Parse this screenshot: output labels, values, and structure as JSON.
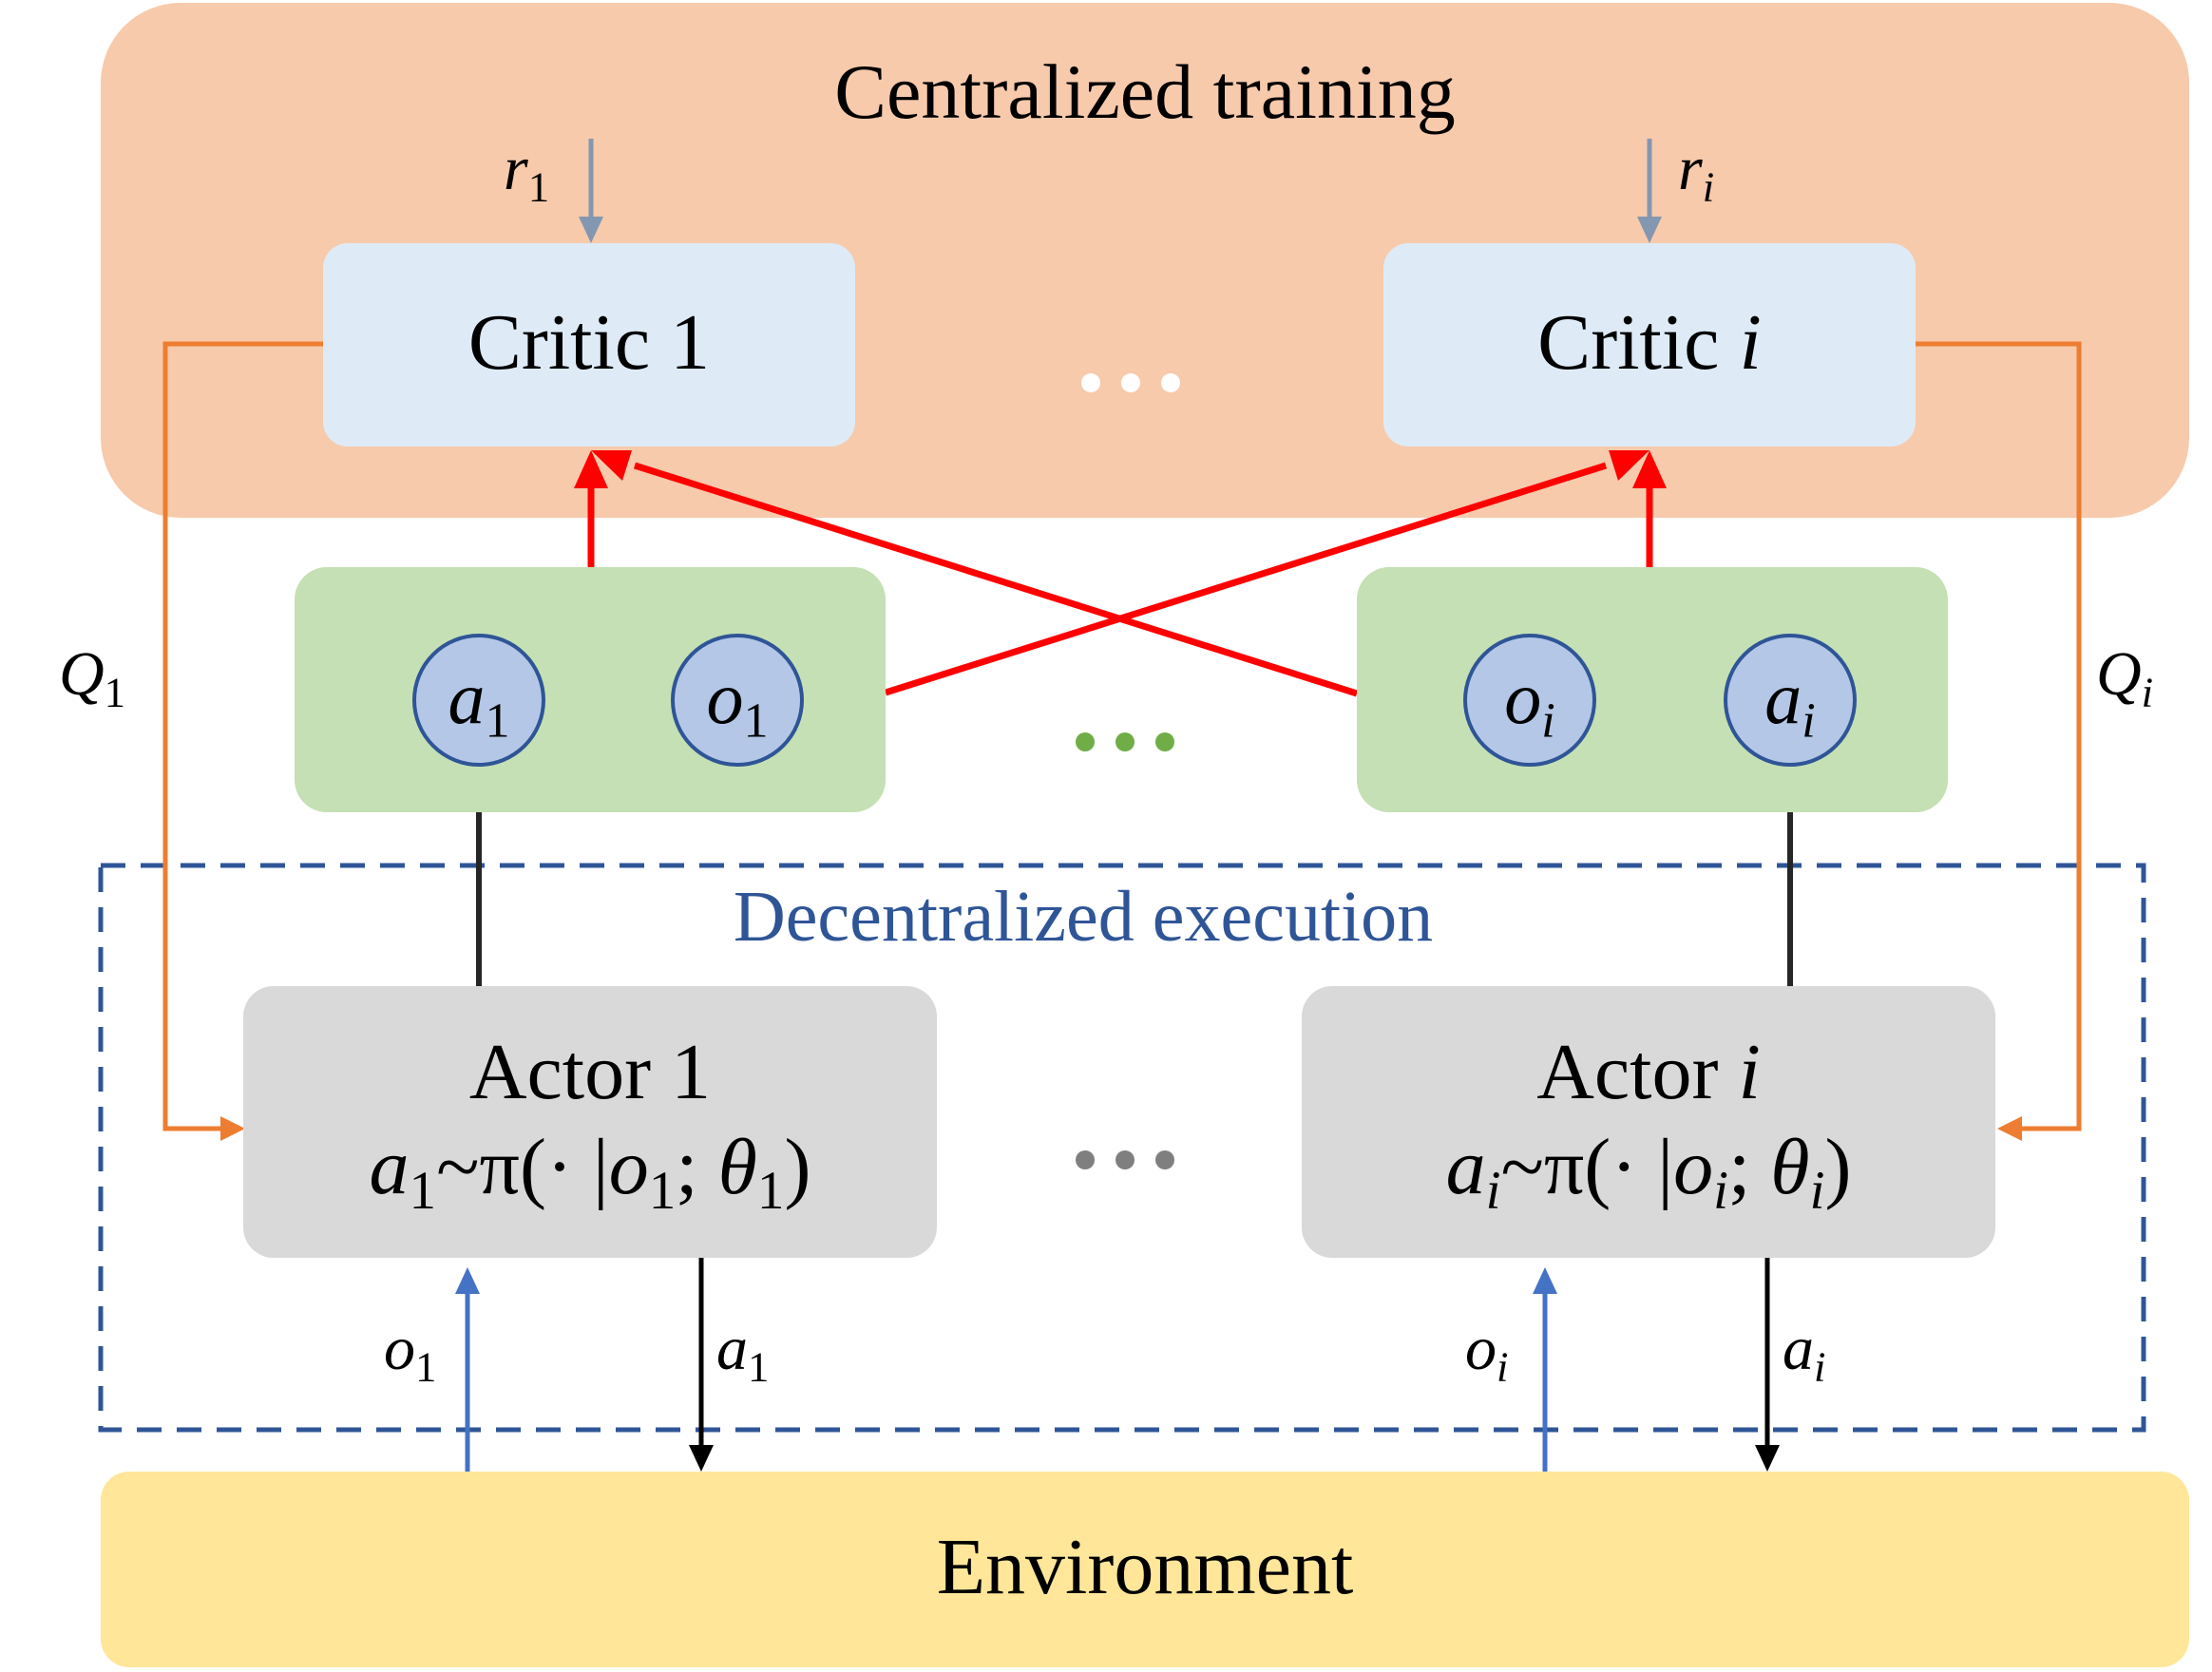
{
  "central": {
    "title": "Centralized training"
  },
  "decentral": {
    "title": "Decentralized execution"
  },
  "environment": {
    "label": "Environment"
  },
  "critics": [
    {
      "name": "Critic",
      "index": "1",
      "reward": "r",
      "reward_sub": "1",
      "q": "Q",
      "q_sub": "1"
    },
    {
      "name": "Critic",
      "index": "i",
      "reward": "r",
      "reward_sub": "i",
      "q": "Q",
      "q_sub": "i"
    }
  ],
  "actors": [
    {
      "name": "Actor",
      "index": "1",
      "policy": {
        "a": "a",
        "sub": "1",
        "mid": "~π(· |",
        "o": "o",
        "semi": ";",
        "theta": "θ",
        "close": ")"
      },
      "obs": "o",
      "obs_sub": "1",
      "act": "a",
      "act_sub": "1"
    },
    {
      "name": "Actor",
      "index": "i",
      "policy": {
        "a": "a",
        "sub": "i",
        "mid": "~π(· |",
        "o": "o",
        "semi": ";",
        "theta": "θ",
        "close": ")"
      },
      "obs": "o",
      "obs_sub": "i",
      "act": "a",
      "act_sub": "i"
    }
  ],
  "nodes": {
    "group1": [
      {
        "sym": "a",
        "sub": "1"
      },
      {
        "sym": "o",
        "sub": "1"
      }
    ],
    "groupi": [
      {
        "sym": "o",
        "sub": "i"
      },
      {
        "sym": "a",
        "sub": "i"
      }
    ]
  },
  "ellipsis": "• • •",
  "colors": {
    "central_bg": "#f7caac",
    "critic_bg": "#deebf7",
    "obs_group_bg": "#c5e0b4",
    "node_fill": "#b4c7e7",
    "node_border": "#2f5597",
    "actor_bg": "#d9d9d9",
    "environment_bg": "#ffe699",
    "q_arrow": "#ed7d31",
    "critic_input_arrow": "#ff0000",
    "obs_arrow": "#4472c4",
    "reward_arrow": "#8497b0",
    "dashed_border": "#2f5597"
  }
}
